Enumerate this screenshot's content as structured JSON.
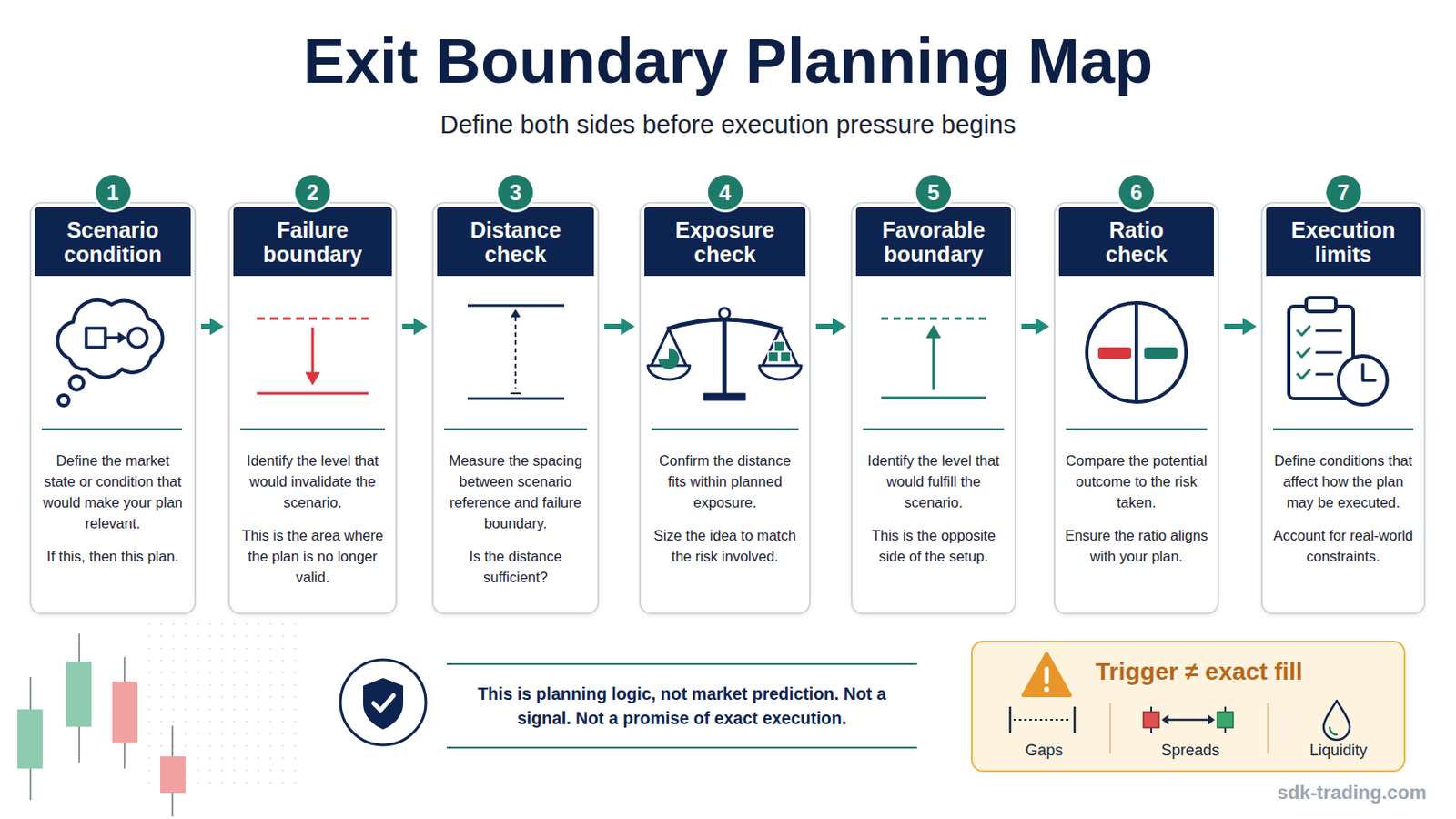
{
  "diagram": {
    "title": "Exit Boundary Planning Map",
    "nodes": [
      {
        "text": [
          "Scenario condition",
          "Define the market state or condition that would make your plan relevant.",
          "If this, then this plan."
        ]
      },
      {
        "text": [
          "1"
        ],
        "in": 0
      },
      {
        "text": [
          "Failure boundary",
          "Identify the level that would invalidate the scenario.",
          "This is the area where the plan is no longer valid."
        ]
      },
      {
        "text": [
          "2"
        ],
        "in": 2
      },
      {
        "text": [
          "Distance check",
          "Measure the spacing between scenario reference and failure boundary.",
          "Is the distance sufficient?"
        ]
      },
      {
        "text": [
          "3"
        ],
        "in": 4
      },
      {
        "text": [
          "Exposure check",
          "Confirm the distance fits within planned exposure.",
          "Size the idea to match the risk involved."
        ]
      },
      {
        "text": [
          "4"
        ],
        "in": 6
      },
      {
        "text": [
          "Favorable boundary",
          "Identify the level that would fulfill the scenario.",
          "This is the opposite side of the setup."
        ]
      },
      {
        "text": [
          "5"
        ],
        "in": 8
      },
      {
        "text": [
          "Ratio check",
          "Compare the potential outcome to the risk taken.",
          "Ensure the ratio aligns with your plan."
        ]
      },
      {
        "text": [
          "6"
        ],
        "in": 10
      },
      {
        "text": [
          "Execution limits",
          "Define conditions that affect how the plan may be executed.",
          "Account for real-world constraints."
        ]
      },
      {
        "text": [
          "7"
        ],
        "in": 12
      },
      {
        "text": [
          "Trigger ≠ exact fill",
          "Gaps",
          "Spreads",
          "Liquidity"
        ]
      }
    ],
    "edges": [
      {
        "from": 0,
        "to": 2,
        "arrow": "to"
      },
      {
        "from": 2,
        "to": 4,
        "arrow": "to"
      },
      {
        "from": 4,
        "to": 6,
        "arrow": "to"
      },
      {
        "from": 6,
        "to": 8,
        "arrow": "to"
      },
      {
        "from": 8,
        "to": 10,
        "arrow": "to"
      },
      {
        "from": 10,
        "to": 12,
        "arrow": "to"
      }
    ],
    "labels": [
      "Define both sides before execution pressure begins",
      "This is planning logic, not market prediction. Not a signal. Not a promise of exact execution.",
      "sdk-trading.com"
    ]
  }
}
